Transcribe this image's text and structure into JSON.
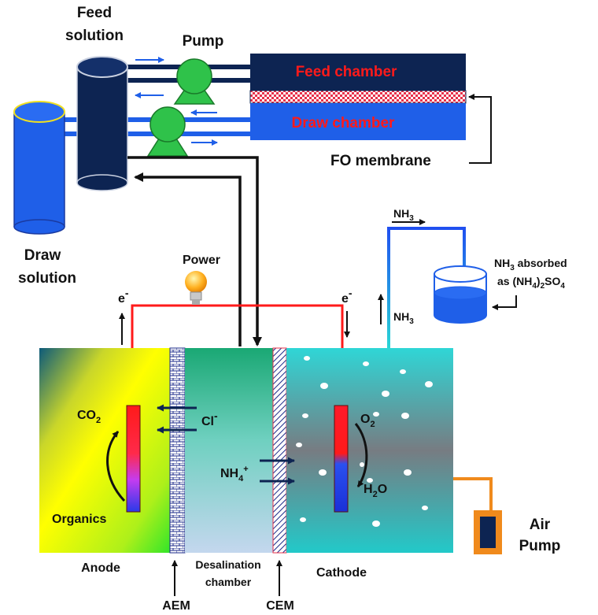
{
  "labels": {
    "feed_solution_1": "Feed",
    "feed_solution_2": "solution",
    "pump": "Pump",
    "feed_chamber": "Feed chamber",
    "draw_chamber": "Draw chamber",
    "fo_membrane": "FO membrane",
    "draw_solution_1": "Draw",
    "draw_solution_2": "solution",
    "power": "Power",
    "e_left": "e",
    "e_right": "e",
    "e_sup": "-",
    "nh3_top": "NH",
    "nh3_top_sub": "3",
    "nh3_side": "NH",
    "nh3_side_sub": "3",
    "absorbed_1": "NH",
    "absorbed_1_sub": "3",
    "absorbed_1_rest": " absorbed",
    "absorbed_2a": "as (NH",
    "absorbed_2_sub1": "4",
    "absorbed_2b": ")",
    "absorbed_2_sub2": "2",
    "absorbed_2c": "SO",
    "absorbed_2_sub3": "4",
    "co2": "CO",
    "co2_sub": "2",
    "organics": "Organics",
    "cl": "Cl",
    "cl_sup": "-",
    "nh4": "NH",
    "nh4_sub": "4",
    "nh4_sup": "+",
    "o2": "O",
    "o2_sub": "2",
    "h2o_a": "H",
    "h2o_sub": "2",
    "h2o_b": "O",
    "anode": "Anode",
    "desal_1": "Desalination",
    "desal_2": "chamber",
    "cathode": "Cathode",
    "aem": "AEM",
    "cem": "CEM",
    "air_pump_1": "Air",
    "air_pump_2": "Pump"
  },
  "colors": {
    "navy": "#0d2452",
    "blue": "#1f5fe8",
    "wire": "#ff1a1a",
    "pump_green": "#2fc24a",
    "orange": "#f08a1c",
    "membrane_red": "#e8304a"
  }
}
